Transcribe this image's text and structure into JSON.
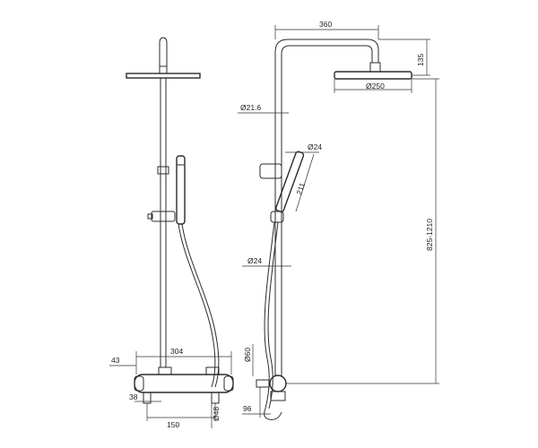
{
  "dimensions": {
    "top_width": "360",
    "head_drop": "135",
    "head_diameter": "Ø250",
    "pipe_diameter": "Ø21.6",
    "hand_diameter": "Ø24",
    "hand_length": "211",
    "lower_pipe_diameter": "Ø24",
    "height_range": "825-1210",
    "mixer_width": "304",
    "mixer_left_offset": "43",
    "mixer_inlet": "38",
    "mixer_depth": "150",
    "mixer_body_diameter": "Ø48",
    "knob_diameter": "Ø60",
    "bottom_offset": "96"
  }
}
